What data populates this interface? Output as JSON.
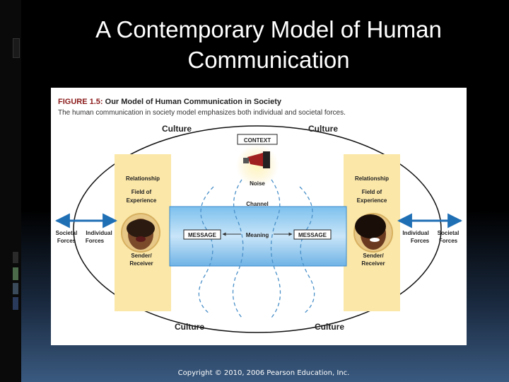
{
  "slide": {
    "title_line1": "A Contemporary Model of Human",
    "title_line2": "Communication",
    "copyright": "Copyright © 2010, 2006 Pearson Education, Inc."
  },
  "figure": {
    "number": "FIGURE 1.5:",
    "title": "Our Model of Human Communication in Society",
    "subtitle": "The human communication in society model emphasizes both individual and societal forces.",
    "culture_label": "Culture",
    "context_label": "CONTEXT",
    "noise_label": "Noise",
    "channel_label": "Channel",
    "meaning_label": "Meaning",
    "message_label": "MESSAGE",
    "relationship_label": "Relationship",
    "field_line1": "Field of",
    "field_line2": "Experience",
    "sender_line1": "Sender/",
    "sender_line2": "Receiver",
    "societal_line1": "Societal",
    "individual_line1": "Individual",
    "forces_label": "Forces"
  },
  "colors": {
    "channel_blue": "#4aa0e0",
    "arrow_blue": "#1f6fb5",
    "side_panel": "#fbe7a8",
    "dashed_blue": "#4a90c8"
  }
}
